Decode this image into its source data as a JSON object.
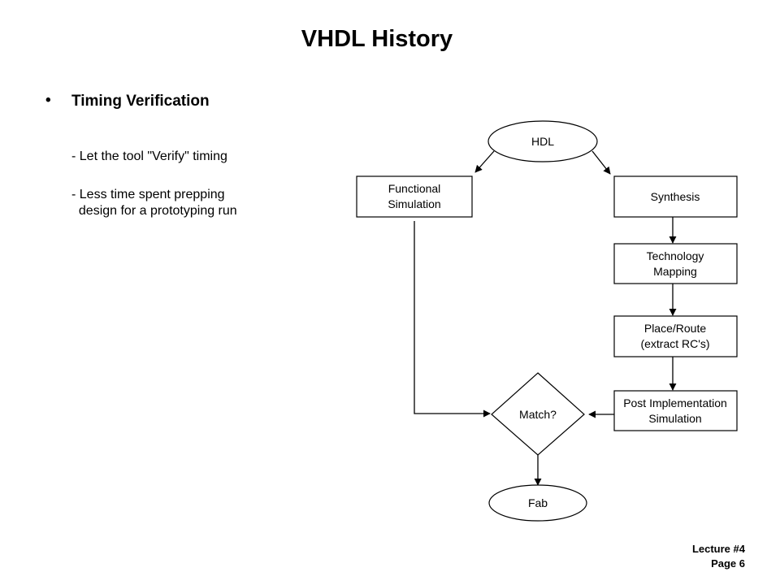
{
  "slide": {
    "title": "VHDL History",
    "bullet": {
      "marker": "•",
      "heading": "Timing Verification"
    },
    "points": [
      "- Let the tool \"Verify\" timing",
      "- Less time spent prepping\n  design for a prototyping run"
    ],
    "footer": {
      "line1": "Lecture #4",
      "line2": "Page 6"
    }
  },
  "diagram": {
    "nodes": {
      "hdl": [
        "HDL"
      ],
      "functional_simulation": [
        "Functional",
        "Simulation"
      ],
      "synthesis": [
        "Synthesis"
      ],
      "technology_mapping": [
        "Technology",
        "Mapping"
      ],
      "place_route": [
        "Place/Route",
        "(extract RC's)"
      ],
      "post_implementation_simulation": [
        "Post Implementation",
        "Simulation"
      ],
      "match": [
        "Match?"
      ],
      "fab": [
        "Fab"
      ]
    },
    "edges": [
      {
        "from": "hdl",
        "to": "functional_simulation"
      },
      {
        "from": "hdl",
        "to": "synthesis"
      },
      {
        "from": "synthesis",
        "to": "technology_mapping"
      },
      {
        "from": "technology_mapping",
        "to": "place_route"
      },
      {
        "from": "place_route",
        "to": "post_implementation_simulation"
      },
      {
        "from": "post_implementation_simulation",
        "to": "match"
      },
      {
        "from": "functional_simulation",
        "to": "match"
      },
      {
        "from": "match",
        "to": "fab"
      }
    ]
  }
}
